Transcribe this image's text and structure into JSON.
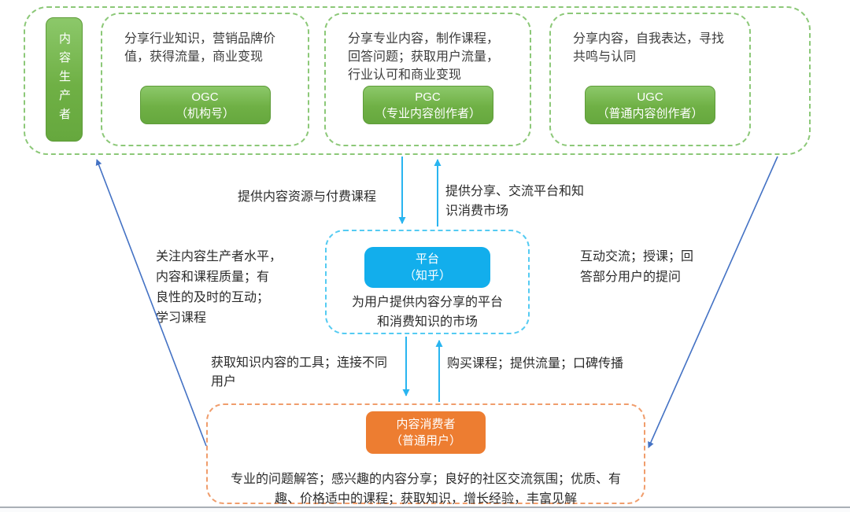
{
  "producers": {
    "sidebar_label": "内容生产者",
    "groups": [
      {
        "desc": "分享行业知识，营销品牌价值，获得流量，商业变现",
        "badge_title": "OGC",
        "badge_subtitle": "（机构号）"
      },
      {
        "desc": "分享专业内容，制作课程，回答问题；获取用户流量，行业认可和商业变现",
        "badge_title": "PGC",
        "badge_subtitle": "（专业内容创作者）"
      },
      {
        "desc": "分享内容，自我表达，寻找共鸣与认同",
        "badge_title": "UGC",
        "badge_subtitle": "（普通内容创作者）"
      }
    ]
  },
  "platform": {
    "badge_title": "平台",
    "badge_subtitle": "（知乎）",
    "desc": "为用户提供内容分享的平台\n和消费知识的市场"
  },
  "consumers": {
    "badge_title": "内容消费者",
    "badge_subtitle": "（普通用户）",
    "desc": "专业的问题解答；感兴趣的内容分享；良好的社区交流氛围；优质、有\n趣、价格适中的课程；获取知识，增长经验，丰富见解"
  },
  "labels": {
    "producers_to_platform": "提供内容资源与付费课程",
    "platform_to_producers": "提供分享、交流平台和知\n识消费市场",
    "consumers_to_producers": "关注内容生产者水平，\n内容和课程质量；有\n良性的及时的互动；\n学习课程",
    "producers_to_consumers": "互动交流；授课；回\n答部分用户的提问",
    "platform_to_consumers": "获取知识内容的工具；连接不同\n用户",
    "consumers_to_platform": "购买课程；提供流量；口碑传播"
  },
  "colors": {
    "green_fill": "#6FB045",
    "green_dash": "#8CC878",
    "cyan_fill": "#12AEEC",
    "cyan_dash": "#55CBF2",
    "orange_fill": "#ED7D31",
    "orange_dash": "#F09D6C",
    "arrow_cyan": "#29B5F0",
    "arrow_blue": "#4472C4"
  }
}
